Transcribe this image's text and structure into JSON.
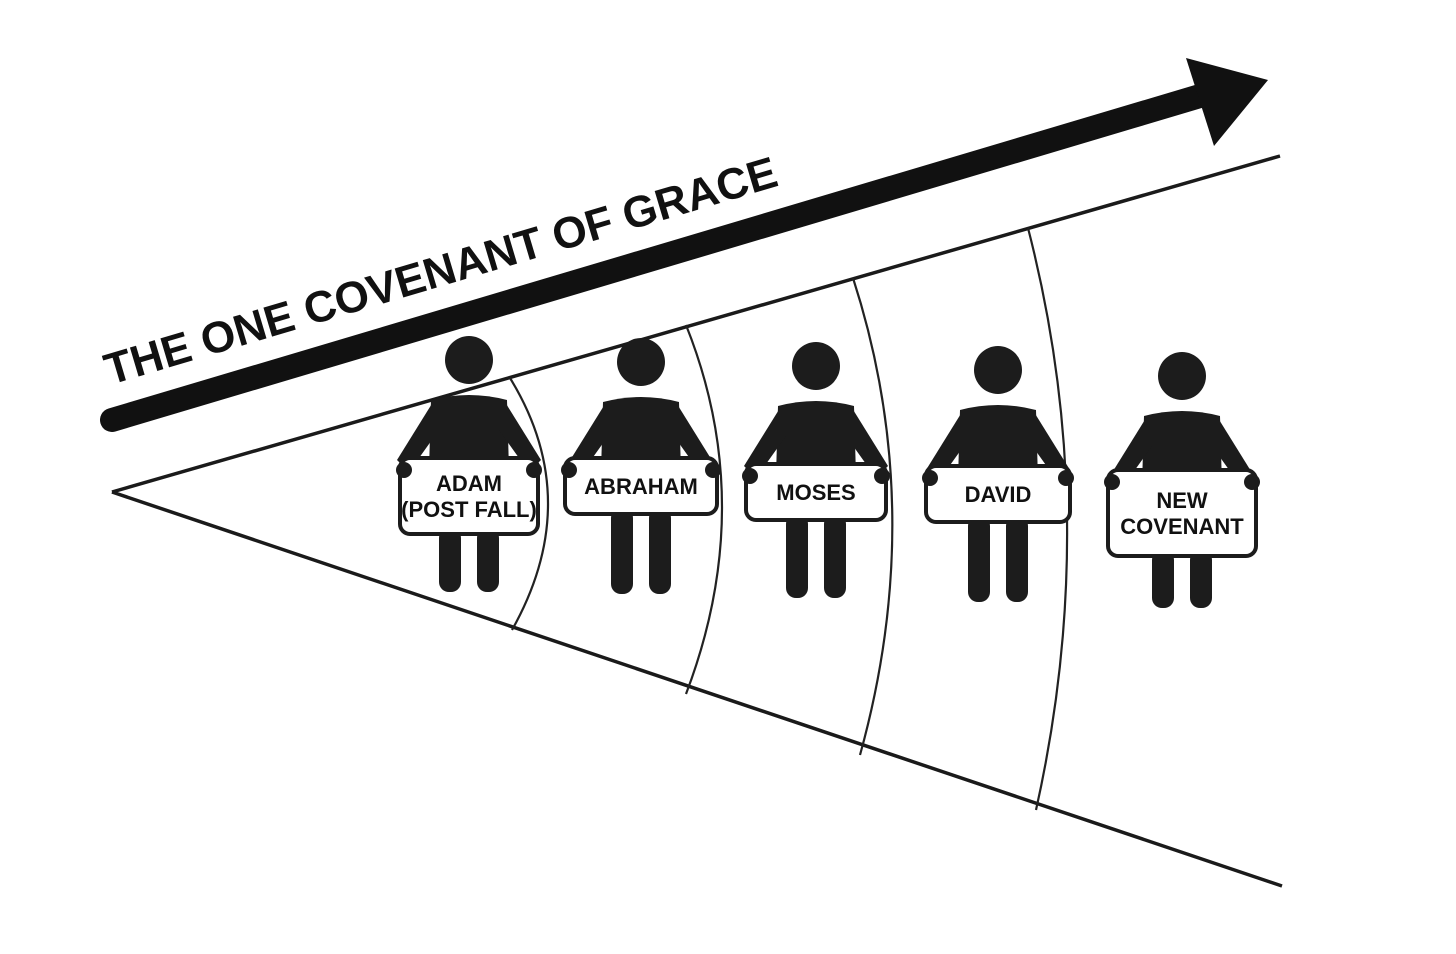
{
  "title": "THE ONE COVENANT OF GRACE",
  "colors": {
    "ink": "#111111",
    "line": "#1a1a1a",
    "paper": "#ffffff",
    "figure_fill": "#1c1c1c"
  },
  "figures": [
    {
      "label_lines": [
        "ADAM",
        "(POST FALL)"
      ]
    },
    {
      "label_lines": [
        "ABRAHAM"
      ]
    },
    {
      "label_lines": [
        "MOSES"
      ]
    },
    {
      "label_lines": [
        "DAVID"
      ]
    },
    {
      "label_lines": [
        "NEW",
        "COVENANT"
      ]
    }
  ]
}
